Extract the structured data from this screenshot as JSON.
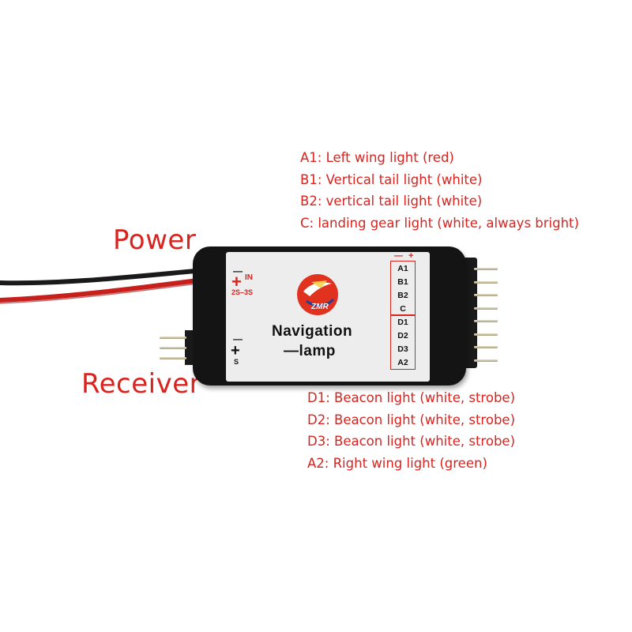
{
  "labels": {
    "power": "Power",
    "receiver": "Receiver"
  },
  "legend_top": [
    "A1: Left wing light (red)",
    "B1: Vertical tail light (white)",
    "B2: vertical tail light (white)",
    "C: landing gear light (white, always bright)"
  ],
  "legend_bottom": [
    "D1: Beacon light (white, strobe)",
    "D2: Beacon light (white, strobe)",
    "D3: Beacon light (white, strobe)",
    "A2: Right wing light (green)"
  ],
  "device": {
    "title_line1": "Navigation",
    "title_line2": "—lamp",
    "logo_text": "ZMR",
    "power_minus": "—",
    "power_plus": "+",
    "power_in": "IN",
    "power_range": "2S–3S",
    "rx_minus": "—",
    "rx_plus": "+",
    "rx_s": "S",
    "pin_polarity": "— +",
    "pins": [
      "A1",
      "B1",
      "B2",
      "C",
      "D1",
      "D2",
      "D3",
      "A2"
    ]
  },
  "colors": {
    "label_red": "#d8231f",
    "body": "#141414",
    "sticker": "#ededed"
  }
}
